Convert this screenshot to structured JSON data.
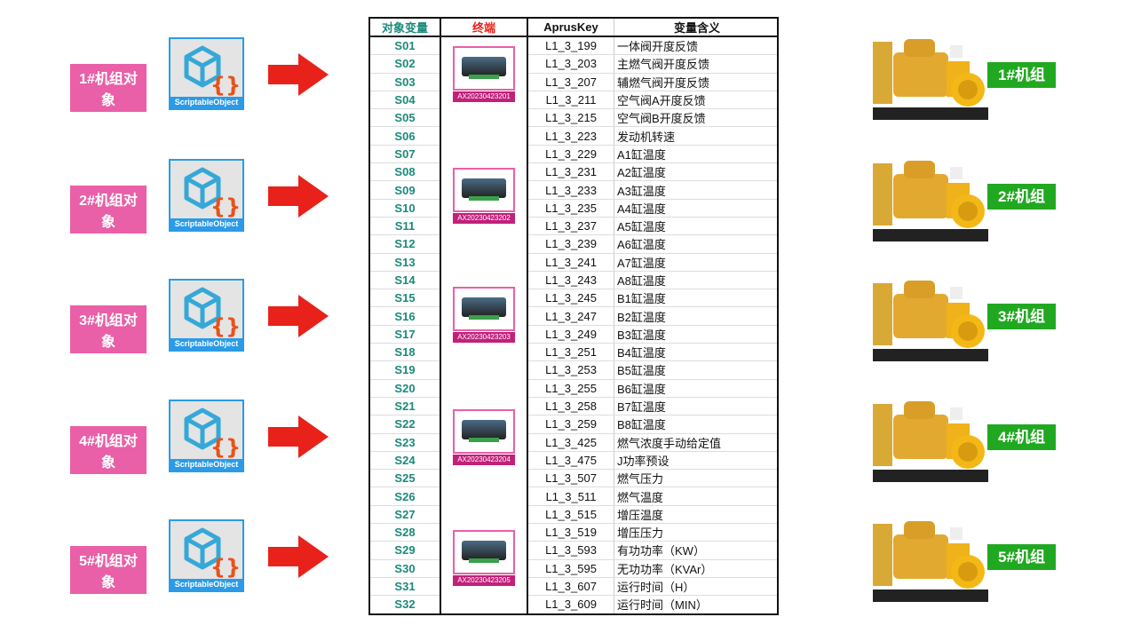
{
  "table": {
    "headers": [
      "对象变量",
      "终端",
      "AprusKey",
      "变量含义"
    ],
    "rows": [
      [
        "S01",
        "L1_3_199",
        "一体阀开度反馈"
      ],
      [
        "S02",
        "L1_3_203",
        "主燃气阀开度反馈"
      ],
      [
        "S03",
        "L1_3_207",
        "辅燃气阀开度反馈"
      ],
      [
        "S04",
        "L1_3_211",
        "空气阀A开度反馈"
      ],
      [
        "S05",
        "L1_3_215",
        "空气阀B开度反馈"
      ],
      [
        "S06",
        "L1_3_223",
        "发动机转速"
      ],
      [
        "S07",
        "L1_3_229",
        "A1缸温度"
      ],
      [
        "S08",
        "L1_3_231",
        "A2缸温度"
      ],
      [
        "S09",
        "L1_3_233",
        "A3缸温度"
      ],
      [
        "S10",
        "L1_3_235",
        "A4缸温度"
      ],
      [
        "S11",
        "L1_3_237",
        "A5缸温度"
      ],
      [
        "S12",
        "L1_3_239",
        "A6缸温度"
      ],
      [
        "S13",
        "L1_3_241",
        "A7缸温度"
      ],
      [
        "S14",
        "L1_3_243",
        "A8缸温度"
      ],
      [
        "S15",
        "L1_3_245",
        "B1缸温度"
      ],
      [
        "S16",
        "L1_3_247",
        "B2缸温度"
      ],
      [
        "S17",
        "L1_3_249",
        "B3缸温度"
      ],
      [
        "S18",
        "L1_3_251",
        "B4缸温度"
      ],
      [
        "S19",
        "L1_3_253",
        "B5缸温度"
      ],
      [
        "S20",
        "L1_3_255",
        "B6缸温度"
      ],
      [
        "S21",
        "L1_3_258",
        "B7缸温度"
      ],
      [
        "S22",
        "L1_3_259",
        "B8缸温度"
      ],
      [
        "S23",
        "L1_3_425",
        "燃气浓度手动给定值"
      ],
      [
        "S24",
        "L1_3_475",
        "J功率预设"
      ],
      [
        "S25",
        "L1_3_507",
        "燃气压力"
      ],
      [
        "S26",
        "L1_3_511",
        "燃气温度"
      ],
      [
        "S27",
        "L1_3_515",
        "增压温度"
      ],
      [
        "S28",
        "L1_3_519",
        "增压压力"
      ],
      [
        "S29",
        "L1_3_593",
        "有功功率（KW）"
      ],
      [
        "S30",
        "L1_3_595",
        "无功功率（KVAr）"
      ],
      [
        "S31",
        "L1_3_607",
        "运行时间（H）"
      ],
      [
        "S32",
        "L1_3_609",
        "运行时间（MIN）"
      ]
    ]
  },
  "units": [
    {
      "object_label": "1#机组对象",
      "icon_caption": "ScriptableObject",
      "terminal_id": "AX20230423201",
      "generator_label": "1#机组"
    },
    {
      "object_label": "2#机组对象",
      "icon_caption": "ScriptableObject",
      "terminal_id": "AX20230423202",
      "generator_label": "2#机组"
    },
    {
      "object_label": "3#机组对象",
      "icon_caption": "ScriptableObject",
      "terminal_id": "AX20230423203",
      "generator_label": "3#机组"
    },
    {
      "object_label": "4#机组对象",
      "icon_caption": "ScriptableObject",
      "terminal_id": "AX20230423204",
      "generator_label": "4#机组"
    },
    {
      "object_label": "5#机组对象",
      "icon_caption": "ScriptableObject",
      "terminal_id": "AX20230423205",
      "generator_label": "5#机组"
    }
  ],
  "colors": {
    "pink": "#e95fa8",
    "red": "#e8221a",
    "green": "#21a821",
    "teal": "#1a8a7a"
  }
}
